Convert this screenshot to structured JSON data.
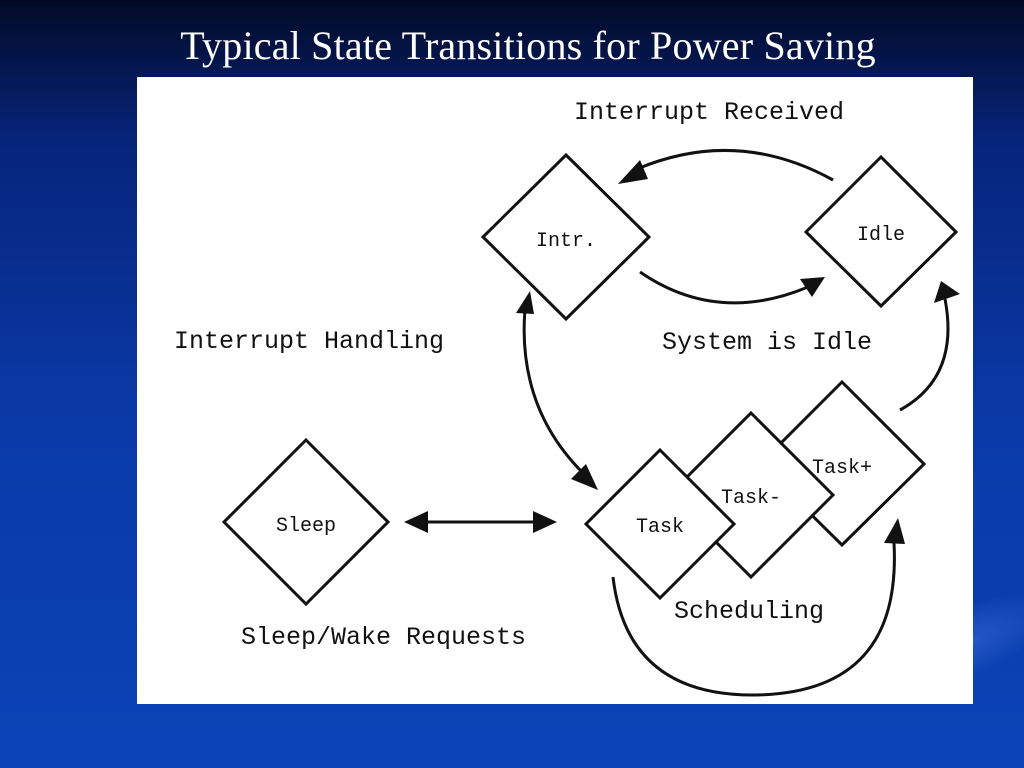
{
  "slide": {
    "title": "Typical State Transitions for Power Saving"
  },
  "diagram": {
    "states": {
      "intr": "Intr.",
      "idle": "Idle",
      "sleep": "Sleep",
      "task": "Task",
      "task_minus": "Task-",
      "task_plus": "Task+"
    },
    "labels": {
      "interrupt_received": "Interrupt Received",
      "interrupt_handling": "Interrupt Handling",
      "system_is_idle": "System is Idle",
      "sleep_wake_requests": "Sleep/Wake Requests",
      "scheduling": "Scheduling"
    }
  }
}
